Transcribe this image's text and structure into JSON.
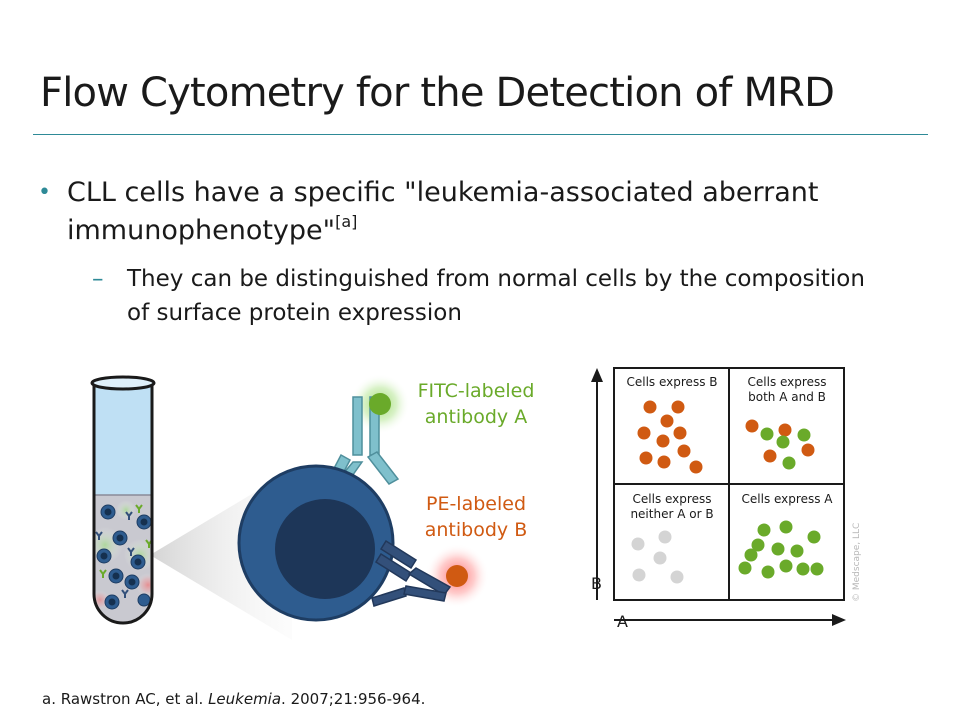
{
  "slide": {
    "title": "Flow Cytometry for the Detection of MRD",
    "bullet_1": {
      "text": "CLL cells have a specific \"leukemia-associated aberrant immunophenotype\"",
      "ref": "[a]"
    },
    "bullet_2": {
      "marker": "–",
      "text": "They can be distinguished from normal cells by the composition of surface protein expression"
    },
    "footnote": {
      "prefix": "a. Rawstron AC, et al. ",
      "journal": "Leukemia",
      "suffix": ". 2007;21:956-964."
    },
    "watermark": "© Medscape, LLC"
  },
  "antibody_labels": {
    "fitc_line1": "FITC-labeled",
    "fitc_line2": "antibody A",
    "pe_line1": "PE-labeled",
    "pe_line2": "antibody B"
  },
  "quadrants": {
    "top_left": {
      "line1": "Cells express B",
      "line2": ""
    },
    "top_right": {
      "line1": "Cells express",
      "line2": "both A and B"
    },
    "bottom_left": {
      "line1": "Cells express",
      "line2": "neither A or B"
    },
    "bottom_right": {
      "line1": "Cells express A",
      "line2": ""
    },
    "axis_x": "A",
    "axis_y": "B"
  },
  "colors": {
    "accent": "#2e8a97",
    "fitc_green": "#6aaa2a",
    "pe_orange": "#d05a12",
    "negative_gray": "#d4d4d4",
    "cell_blue": "#2e5c8f",
    "antibody_light_blue": "#7fc0cc",
    "antibody_dark_blue": "#33507a"
  }
}
